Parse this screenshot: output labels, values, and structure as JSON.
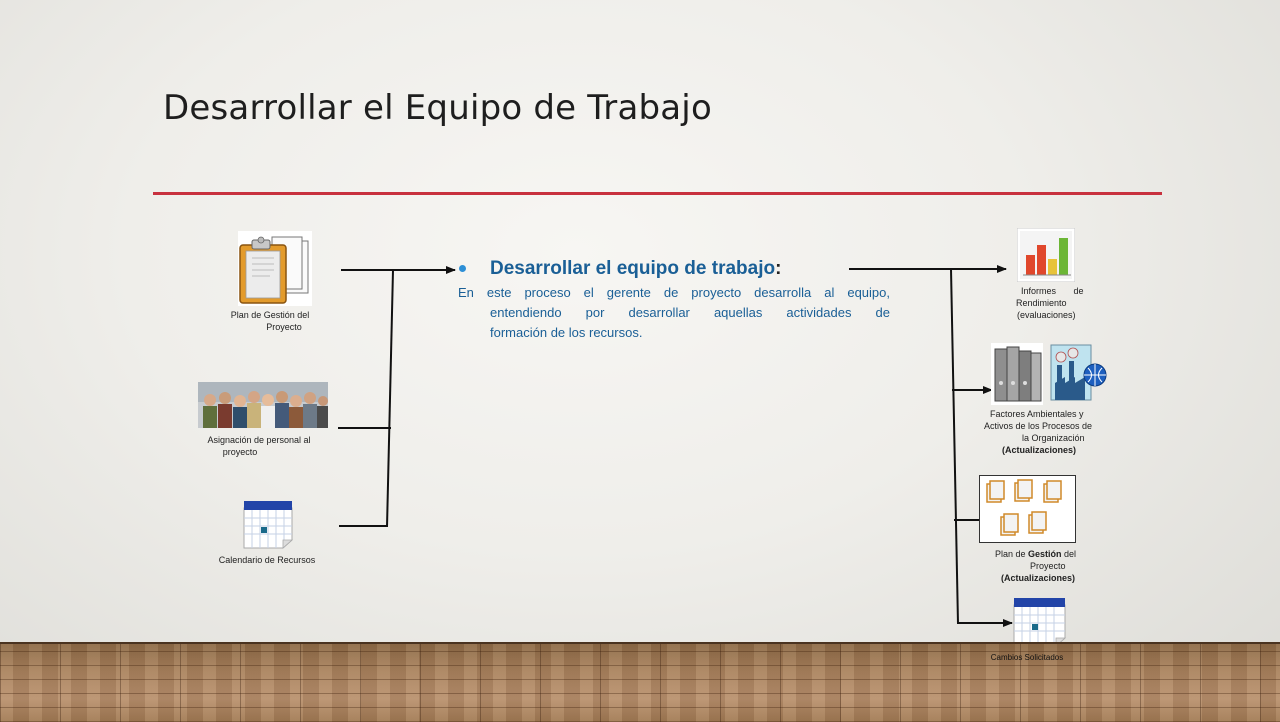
{
  "slide": {
    "title": "Desarrollar el Equipo de Trabajo",
    "bullet": {
      "heading": "Desarrollar el equipo de trabajo",
      "colon": ":",
      "lines": [
        "En este proceso el gerente de proyecto desarrolla al  equipo,",
        "entendiendo por desarrollar aquellas  actividades de",
        "formación de los recursos."
      ]
    },
    "inputs": [
      {
        "line1": "Plan de Gestión del",
        "line2": "Proyecto",
        "icon": "clipboard-documents-icon"
      },
      {
        "line1": "Asignación de personal  al",
        "line2": "proyecto",
        "icon": "team-photo"
      },
      {
        "line1": "Calendario de Recursos",
        "icon": "calendar-icon"
      }
    ],
    "outputs": [
      {
        "line1": "Informes       de",
        "line2": "Rendimiento",
        "line3": "(evaluaciones)",
        "icon": "bar-chart-icon"
      },
      {
        "line1": "Factores Ambientales y",
        "line2": "Activos de los Procesos de",
        "line3": "la Organización",
        "line4": "(Actualizaciones)",
        "icon": "binders-factory-globe-icon"
      },
      {
        "line1a": "Plan de ",
        "line1b": "Gestión",
        "line1c": " del",
        "line2": "Proyecto",
        "line3": "(Actualizaciones)",
        "icon": "documents-grid-icon"
      },
      {
        "line1": "Cambios Solicitados",
        "icon": "calendar-icon"
      }
    ],
    "colors": {
      "accent_rule": "#c8313e",
      "heading_blue": "#1a5f96",
      "bullet_blue": "#2d8fd6"
    }
  }
}
